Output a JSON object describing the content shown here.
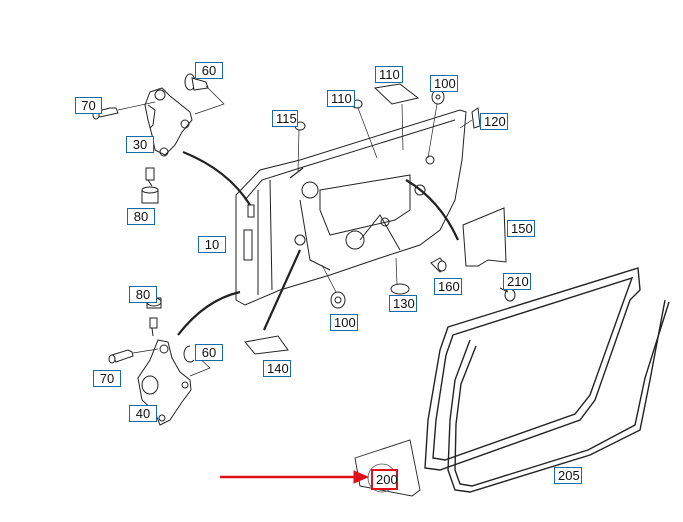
{
  "diagram": {
    "title": "Door assembly exploded parts diagram",
    "highlight_color": "#e0101a",
    "callout_border_color": "#1a6aa8",
    "callouts": [
      {
        "id": "c60a",
        "label": "60"
      },
      {
        "id": "c70a",
        "label": "70"
      },
      {
        "id": "c30",
        "label": "30"
      },
      {
        "id": "c80a",
        "label": "80"
      },
      {
        "id": "c110a",
        "label": "110"
      },
      {
        "id": "c110b",
        "label": "110"
      },
      {
        "id": "c100a",
        "label": "100"
      },
      {
        "id": "c115",
        "label": "115"
      },
      {
        "id": "c120",
        "label": "120"
      },
      {
        "id": "c10",
        "label": "10"
      },
      {
        "id": "c150",
        "label": "150"
      },
      {
        "id": "c80b",
        "label": "80"
      },
      {
        "id": "c60b",
        "label": "60"
      },
      {
        "id": "c70b",
        "label": "70"
      },
      {
        "id": "c40",
        "label": "40"
      },
      {
        "id": "c140",
        "label": "140"
      },
      {
        "id": "c100b",
        "label": "100"
      },
      {
        "id": "c130",
        "label": "130"
      },
      {
        "id": "c160",
        "label": "160"
      },
      {
        "id": "c210",
        "label": "210"
      },
      {
        "id": "c205",
        "label": "205"
      },
      {
        "id": "c200",
        "label": "200",
        "highlighted": true
      }
    ]
  }
}
